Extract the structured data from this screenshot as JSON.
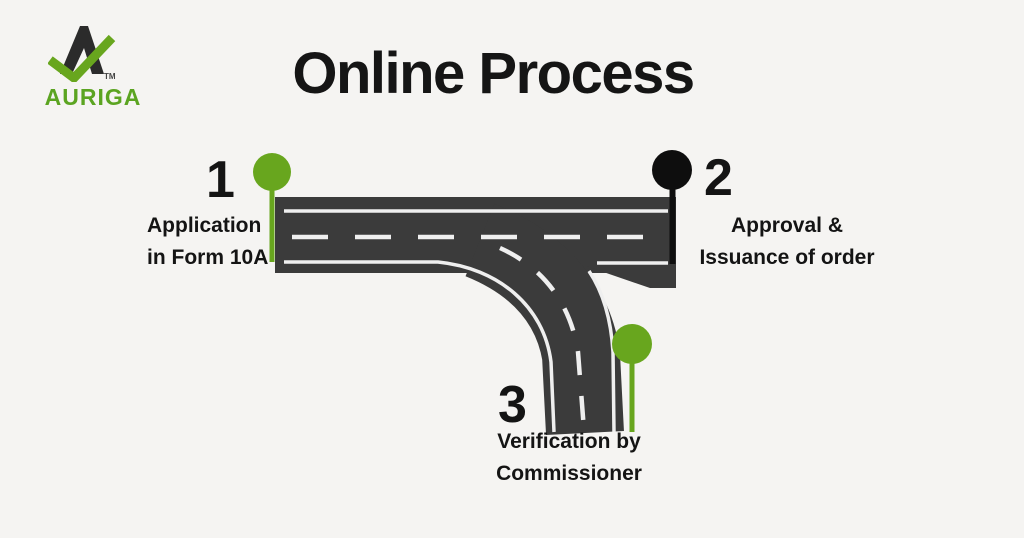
{
  "brand": {
    "name": "AURIGA",
    "trademark": "TM"
  },
  "title": "Online Process",
  "colors": {
    "background": "#f5f4f2",
    "road": "#3b3b3b",
    "lane_marking": "#efefef",
    "green": "#68a61e",
    "black": "#0e0e0e",
    "text": "#141414"
  },
  "steps": [
    {
      "number": "1",
      "line1": "Application",
      "line2": "in Form 10A",
      "pin_color": "green"
    },
    {
      "number": "2",
      "line1": "Approval &",
      "line2": "Issuance of order",
      "pin_color": "black"
    },
    {
      "number": "3",
      "line1": "Verification by",
      "line2": "Commissioner",
      "pin_color": "green"
    }
  ]
}
